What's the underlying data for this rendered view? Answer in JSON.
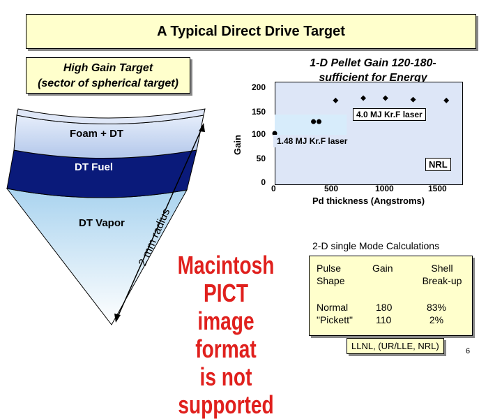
{
  "slide": {
    "title": "A Typical Direct Drive Target",
    "page_number": "6"
  },
  "target": {
    "heading_line1": "High Gain Target",
    "heading_line2": "(sector of spherical target)",
    "layers": {
      "foam": "Foam + DT",
      "fuel": "DT Fuel",
      "vapor": "DT Vapor"
    },
    "radius_label": "2 mm radius",
    "colors": {
      "foam": "#c8d8f0",
      "fuel": "#0a1a7a",
      "vapor": "#cfe6f7"
    }
  },
  "plot": {
    "title_line1": "1-D Pellet Gain 120-180-",
    "title_line2": "sufficient for Energy",
    "ylabel": "Gain",
    "xlabel": "Pd thickness (Angstroms)",
    "callouts": {
      "high": "4.0 MJ Kr.F laser",
      "low": "1.48 MJ Kr.F laser",
      "nrl": "NRL"
    }
  },
  "chart_data": {
    "type": "scatter",
    "title": "1-D Pellet Gain 120-180-sufficient for Energy",
    "xlabel": "Pd thickness (Angstroms)",
    "ylabel": "Gain",
    "xlim": [
      0,
      1700
    ],
    "ylim": [
      0,
      220
    ],
    "x_ticks": [
      0,
      500,
      1000,
      1500
    ],
    "y_ticks": [
      0,
      50,
      100,
      150,
      200
    ],
    "series": [
      {
        "name": "4.0 MJ Kr.F laser",
        "x": [
          550,
          800,
          1000,
          1250,
          1550
        ],
        "y": [
          180,
          185,
          185,
          182,
          180
        ]
      },
      {
        "name": "1.48 MJ Kr.F laser",
        "x": [
          0,
          350,
          400
        ],
        "y": [
          110,
          135,
          135
        ]
      }
    ]
  },
  "calc": {
    "heading": "2-D single Mode Calculations",
    "headers": {
      "shape": [
        "Pulse",
        "Shape"
      ],
      "gain": "Gain",
      "breakup": [
        "Shell",
        "Break-up"
      ]
    },
    "rows": {
      "shape": [
        "Normal",
        "\"Pickett\""
      ],
      "gain": [
        "180",
        "110"
      ],
      "breakup": [
        "83%",
        "2%"
      ]
    }
  },
  "credit": "LLNL, (UR/LLE, NRL)",
  "placeholder": {
    "line1": "Macintosh PICT",
    "line2": "image format",
    "line3": "is not supported"
  }
}
